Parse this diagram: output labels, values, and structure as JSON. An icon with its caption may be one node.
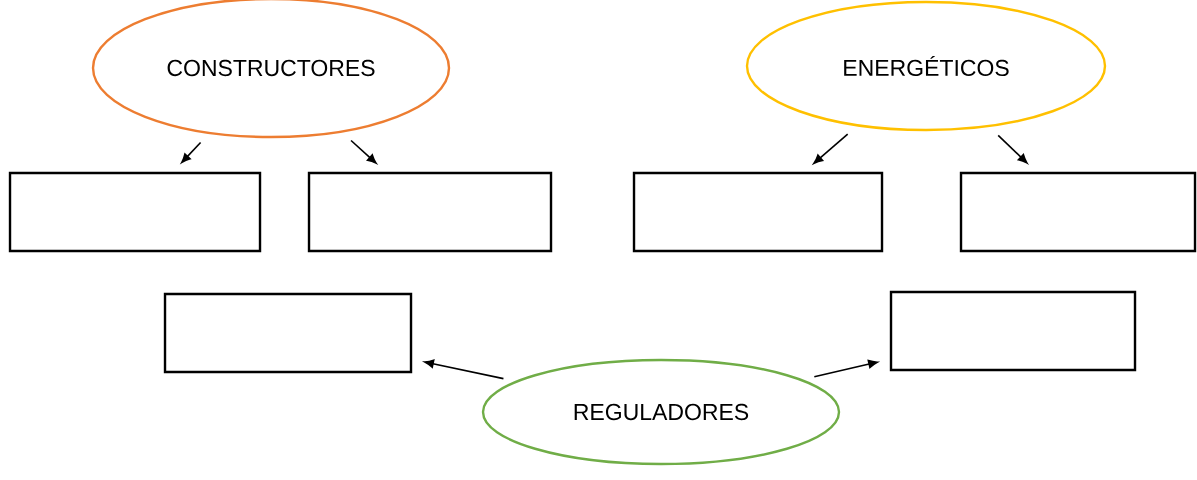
{
  "diagram": {
    "nodes": [
      {
        "text": [
          "CONSTRUCTORES"
        ]
      },
      {
        "text": [],
        "shape": "box"
      },
      {
        "text": [],
        "shape": "box"
      },
      {
        "text": [
          "ENERGÉTICOS"
        ]
      },
      {
        "text": [],
        "shape": "box"
      },
      {
        "text": [],
        "shape": "box"
      },
      {
        "text": [],
        "shape": "box"
      },
      {
        "text": [],
        "shape": "box"
      },
      {
        "text": [
          "REGULADORES"
        ]
      }
    ],
    "edges": [
      {
        "from": 0,
        "to": 1,
        "arrow": "to"
      },
      {
        "from": 0,
        "to": 2,
        "arrow": "to"
      },
      {
        "from": 3,
        "to": 4,
        "arrow": "to"
      },
      {
        "from": 3,
        "to": 5,
        "arrow": "to"
      },
      {
        "from": 8,
        "to": 6,
        "arrow": "to"
      },
      {
        "from": 8,
        "to": 7,
        "arrow": "to"
      }
    ]
  }
}
